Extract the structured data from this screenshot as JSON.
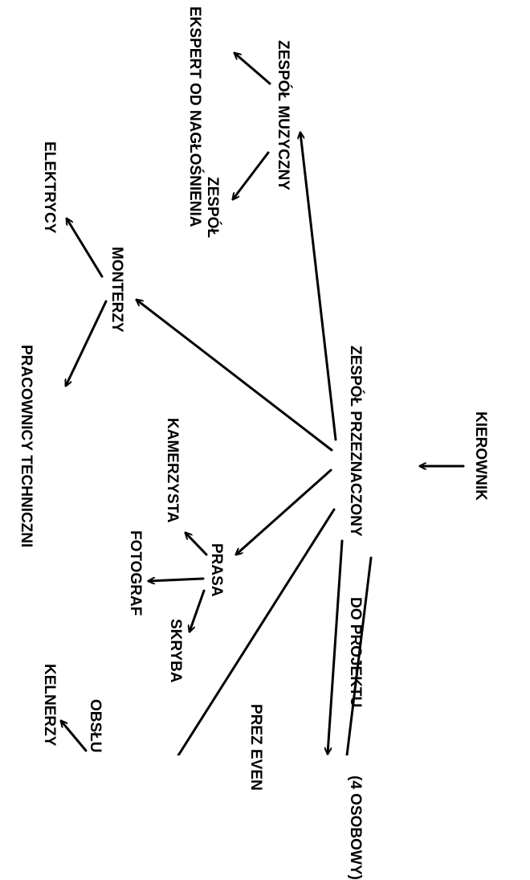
{
  "nodes": {
    "kierownik": "KIEROWNIK",
    "zespol_projektu": [
      "ZESPÓŁ PRZEZNACZONY",
      "DO PROJEKTU",
      "(4 OSOBOWY)"
    ],
    "zespol_muzyczny": "ZESPÓŁ MUZYCZNY",
    "ekspert": [
      "EKSPERT OD",
      "NAGŁOŚNIENIA"
    ],
    "zespol": "ZESPÓŁ",
    "monterzy": "MONTERZY",
    "elektrycy": "ELEKTRYCY",
    "pracownicy": [
      "PRACOWNICY",
      "TECHNICZNI"
    ],
    "prasa": "PRASA",
    "kamerzysta": "KAMERZYSTA",
    "fotograf": "FOTOGRAF",
    "skryba": "SKRYBA",
    "prezenterzy": [
      "PREZ",
      "EVEN"
    ],
    "obsluga": "OBSŁU",
    "kelnerzy": "KELNERZY"
  },
  "edges": [
    {
      "from": "kierownik",
      "to": "zespol_projektu"
    },
    {
      "from": "zespol_projektu",
      "to": "zespol_muzyczny"
    },
    {
      "from": "zespol_projektu",
      "to": "monterzy"
    },
    {
      "from": "zespol_projektu",
      "to": "prasa"
    },
    {
      "from": "zespol_projektu",
      "to": "prezenterzy"
    },
    {
      "from": "zespol_muzyczny",
      "to": "ekspert"
    },
    {
      "from": "zespol_muzyczny",
      "to": "zespol"
    },
    {
      "from": "monterzy",
      "to": "elektrycy"
    },
    {
      "from": "monterzy",
      "to": "pracownicy"
    },
    {
      "from": "prasa",
      "to": "kamerzysta"
    },
    {
      "from": "prasa",
      "to": "fotograf"
    },
    {
      "from": "prasa",
      "to": "skryba"
    },
    {
      "from": "obsluga",
      "to": "kelnerzy"
    }
  ]
}
